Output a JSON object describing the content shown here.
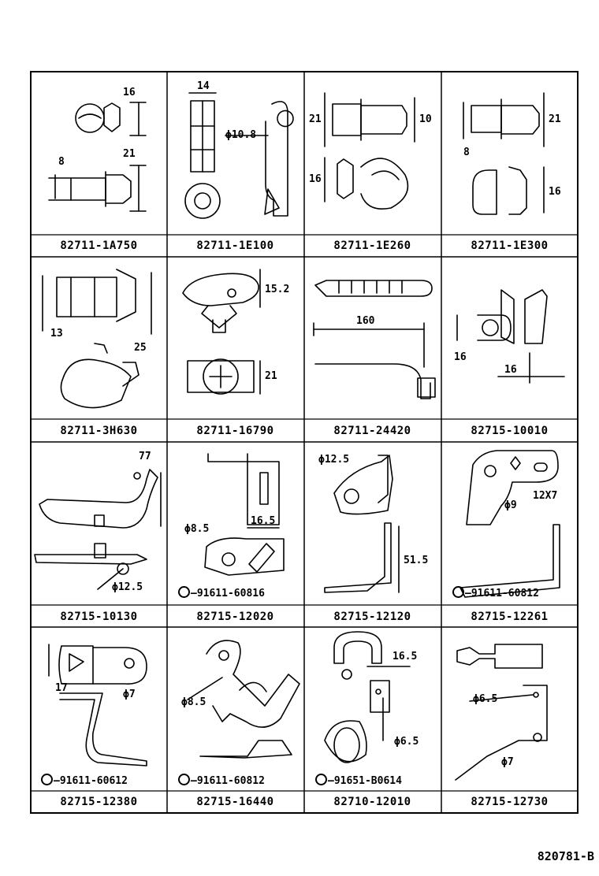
{
  "drawing_id": "820781-B",
  "cells": [
    {
      "part_no": "82711-1A750",
      "dims": [
        "16",
        "21",
        "8"
      ],
      "bolt_ref": ""
    },
    {
      "part_no": "82711-1E100",
      "dims": [
        "14",
        "ϕ10.8"
      ],
      "bolt_ref": ""
    },
    {
      "part_no": "82711-1E260",
      "dims": [
        "21",
        "10",
        "16"
      ],
      "bolt_ref": ""
    },
    {
      "part_no": "82711-1E300",
      "dims": [
        "21",
        "8",
        "16"
      ],
      "bolt_ref": ""
    },
    {
      "part_no": "82711-3H630",
      "dims": [
        "13",
        "25"
      ],
      "bolt_ref": ""
    },
    {
      "part_no": "82711-16790",
      "dims": [
        "15.2",
        "21"
      ],
      "bolt_ref": ""
    },
    {
      "part_no": "82711-24420",
      "dims": [
        "160"
      ],
      "bolt_ref": ""
    },
    {
      "part_no": "82715-10010",
      "dims": [
        "16",
        "16"
      ],
      "bolt_ref": ""
    },
    {
      "part_no": "82715-10130",
      "dims": [
        "77",
        "ϕ12.5"
      ],
      "bolt_ref": ""
    },
    {
      "part_no": "82715-12020",
      "dims": [
        "16.5",
        "ϕ8.5"
      ],
      "bolt_ref": "91611-60816"
    },
    {
      "part_no": "82715-12120",
      "dims": [
        "ϕ12.5",
        "51.5"
      ],
      "bolt_ref": ""
    },
    {
      "part_no": "82715-12261",
      "dims": [
        "ϕ9",
        "12X7"
      ],
      "bolt_ref": "91611-60812"
    },
    {
      "part_no": "82715-12380",
      "dims": [
        "17",
        "ϕ7"
      ],
      "bolt_ref": "91611-60612"
    },
    {
      "part_no": "82715-16440",
      "dims": [
        "ϕ8.5"
      ],
      "bolt_ref": "91611-60812"
    },
    {
      "part_no": "82710-12010",
      "dims": [
        "16.5",
        "ϕ6.5"
      ],
      "bolt_ref": "91651-B0614"
    },
    {
      "part_no": "82715-12730",
      "dims": [
        "ϕ6.5",
        "ϕ7"
      ],
      "bolt_ref": ""
    }
  ]
}
